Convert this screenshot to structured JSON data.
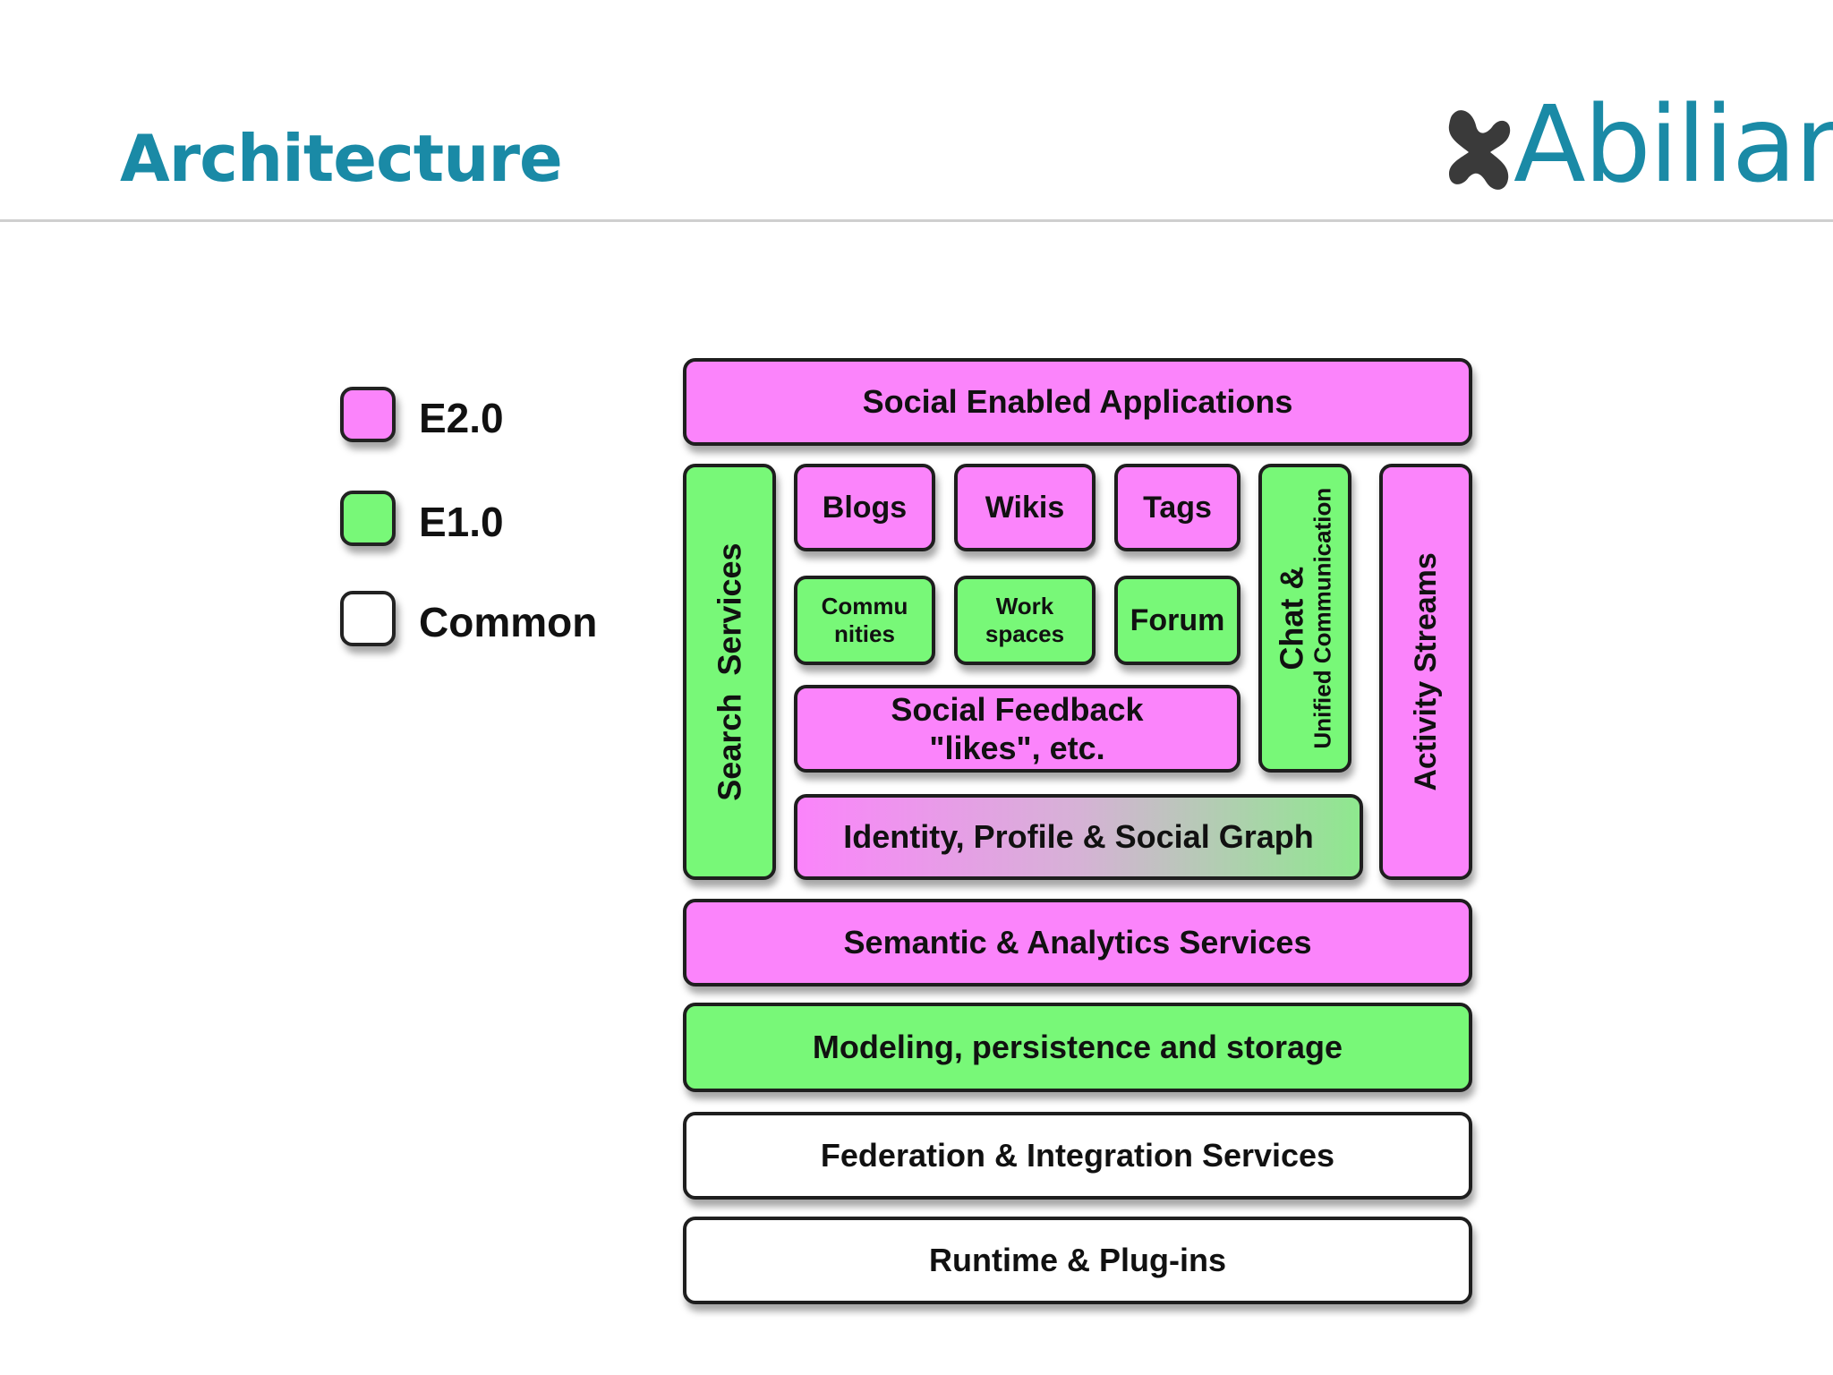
{
  "slide": {
    "title": "Architecture"
  },
  "logo": {
    "text": "Abilian",
    "mark_icon": "abilian-mark-icon",
    "text_color": "#1a8aa6"
  },
  "colors": {
    "e20": "#fb84fb",
    "e10": "#78f878",
    "common": "#ffffff",
    "title": "#1a8aa6"
  },
  "legend": {
    "e20": "E2.0",
    "e10": "E1.0",
    "common": "Common"
  },
  "diagram": {
    "social_enabled_applications": "Social Enabled Applications",
    "search_services": "Search  Services",
    "blogs": "Blogs",
    "wikis": "Wikis",
    "tags": "Tags",
    "communities_line1": "Commu",
    "communities_line2": "nities",
    "workspaces_line1": "Work",
    "workspaces_line2": "spaces",
    "forum": "Forum",
    "social_feedback_line1": "Social Feedback",
    "social_feedback_line2": "\"likes\", etc.",
    "chat_line1": "Chat &",
    "chat_line2": "Unified Communication",
    "activity_streams": "Activity Streams",
    "identity_profile": "Identity, Profile & Social Graph",
    "semantic_analytics": "Semantic & Analytics Services",
    "modeling_storage": "Modeling, persistence and storage",
    "federation_integration": "Federation & Integration Services",
    "runtime_plugins": "Runtime & Plug-ins"
  }
}
